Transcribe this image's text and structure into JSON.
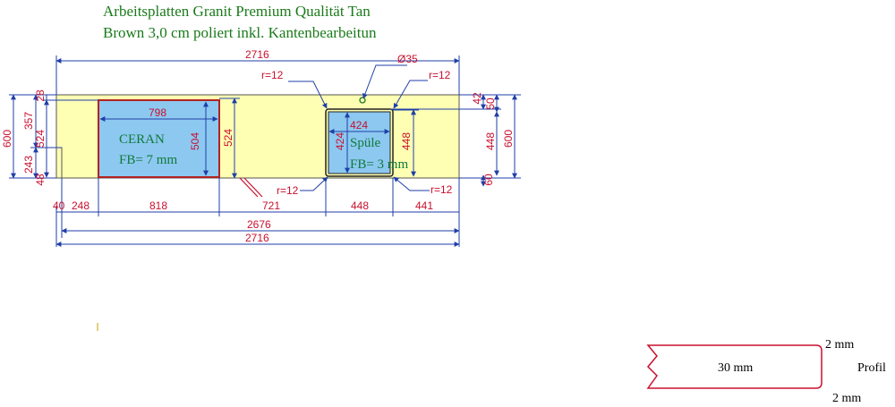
{
  "title": {
    "line1": "Arbeitsplatten Granit Premium Qualität Tan",
    "line2": "Brown 3,0 cm poliert inkl. Kantenbearbeitun"
  },
  "cutouts": {
    "ceran": {
      "name": "CERAN",
      "fb": "FB= 7 mm",
      "width": "798",
      "height": "504"
    },
    "spuele": {
      "name": "Spüle",
      "fb": "FB= 3 mm",
      "width": "424",
      "height": "424"
    }
  },
  "dimensions": {
    "top_total": "2716",
    "hole": "Ø35",
    "radius": "r=12",
    "ceran_outer": "524",
    "spuele_outer": "448",
    "left_600": "600",
    "left_357": "357",
    "left_524": "524",
    "left_243": "243",
    "left_28": "28",
    "left_48": "48",
    "right_42": "42",
    "right_50": "50",
    "right_448": "448",
    "right_600": "600",
    "right_60": "60",
    "bottom_40": "40",
    "bottom_248": "248",
    "bottom_818": "818",
    "bottom_721": "721",
    "bottom_448": "448",
    "bottom_441": "441",
    "bottom_2676": "2676",
    "bottom_total": "2716"
  },
  "profile": {
    "top_edge": "2 mm",
    "thickness": "30 mm",
    "label": "Profil",
    "bottom_edge": "2 mm"
  },
  "colors": {
    "slab": "#ffffb3",
    "cutout": "#8cc8f0",
    "dimension": "#c8102e",
    "title": "#1a7a1a"
  }
}
